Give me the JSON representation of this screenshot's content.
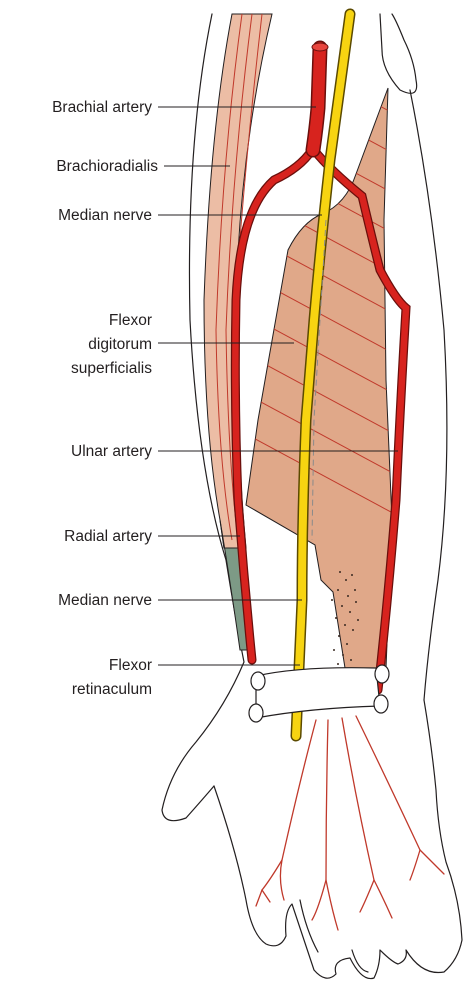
{
  "labels": {
    "brachial_artery": "Brachial artery",
    "brachioradialis": "Brachioradialis",
    "median_nerve_upper": "Median nerve",
    "fds_line1": "Flexor",
    "fds_line2": "digitorum",
    "fds_line3": "superficialis",
    "ulnar_artery": "Ulnar artery",
    "radial_artery": "Radial artery",
    "median_nerve_lower": "Median nerve",
    "retinaculum_line1": "Flexor",
    "retinaculum_line2": "retinaculum"
  },
  "colors": {
    "artery": "#d7231e",
    "artery_outline": "#6a0f0c",
    "nerve": "#f7d411",
    "nerve_outline": "#5b4a00",
    "muscle": "#e0a889",
    "muscle_striation": "#c0392b",
    "brachioradialis_fill": "#ecbda5",
    "brachioradialis_tendon": "#7d9a86",
    "outline": "#231f20",
    "stipple": "#3a2a22"
  }
}
